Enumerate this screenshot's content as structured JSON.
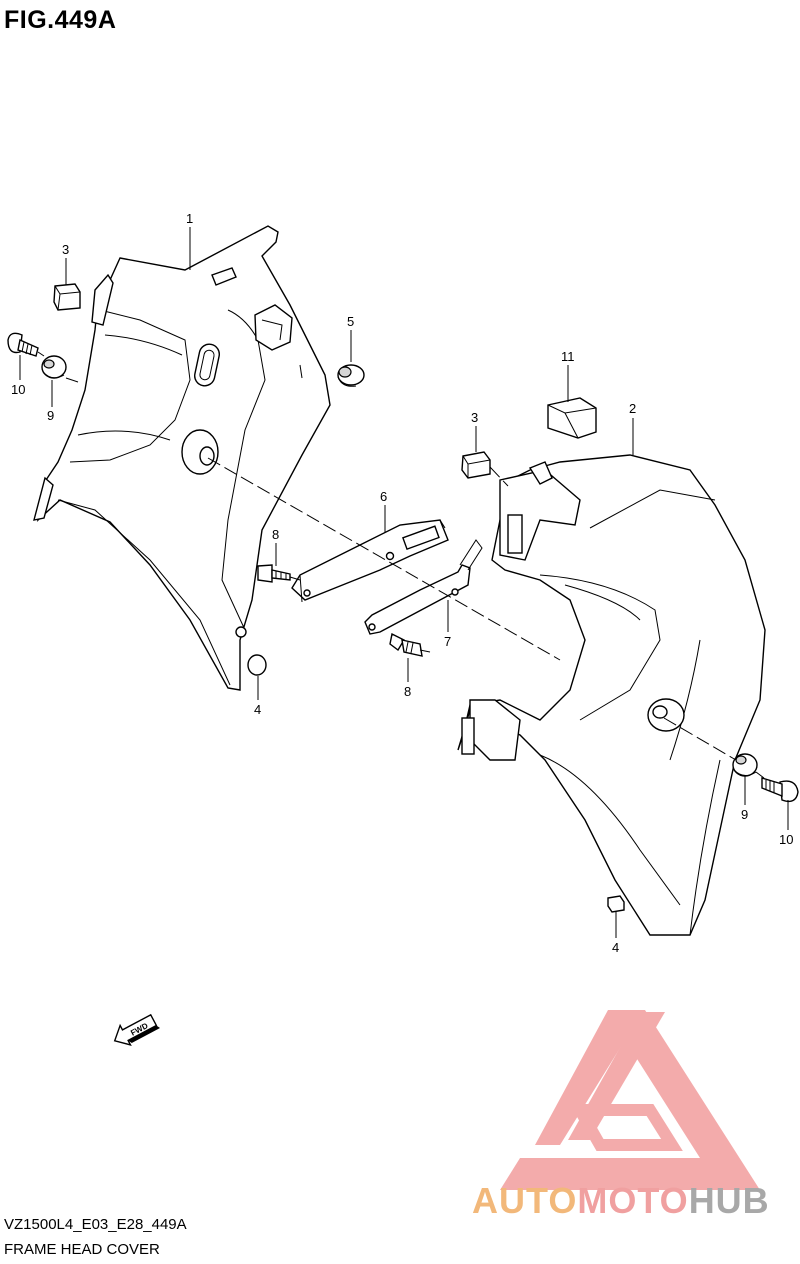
{
  "figure": {
    "title": "FIG.449A",
    "model_code": "VZ1500L4_E03_E28_449A",
    "name": "FRAME HEAD COVER"
  },
  "part_labels": {
    "p1": "1",
    "p2": "2",
    "p3a": "3",
    "p3b": "3",
    "p4a": "4",
    "p4b": "4",
    "p5": "5",
    "p6": "6",
    "p7": "7",
    "p8a": "8",
    "p8b": "8",
    "p9a": "9",
    "p9b": "9",
    "p10a": "10",
    "p10b": "10",
    "p11": "11"
  },
  "fwd_arrow": "FWD",
  "watermark": {
    "parts": [
      "AUTO",
      "MOTO",
      "HUB"
    ],
    "colors": {
      "auto": "#f2b87a",
      "moto": "#f0a0a0",
      "hub": "#a8a8a8",
      "triangle": "#ef8f8f"
    }
  }
}
